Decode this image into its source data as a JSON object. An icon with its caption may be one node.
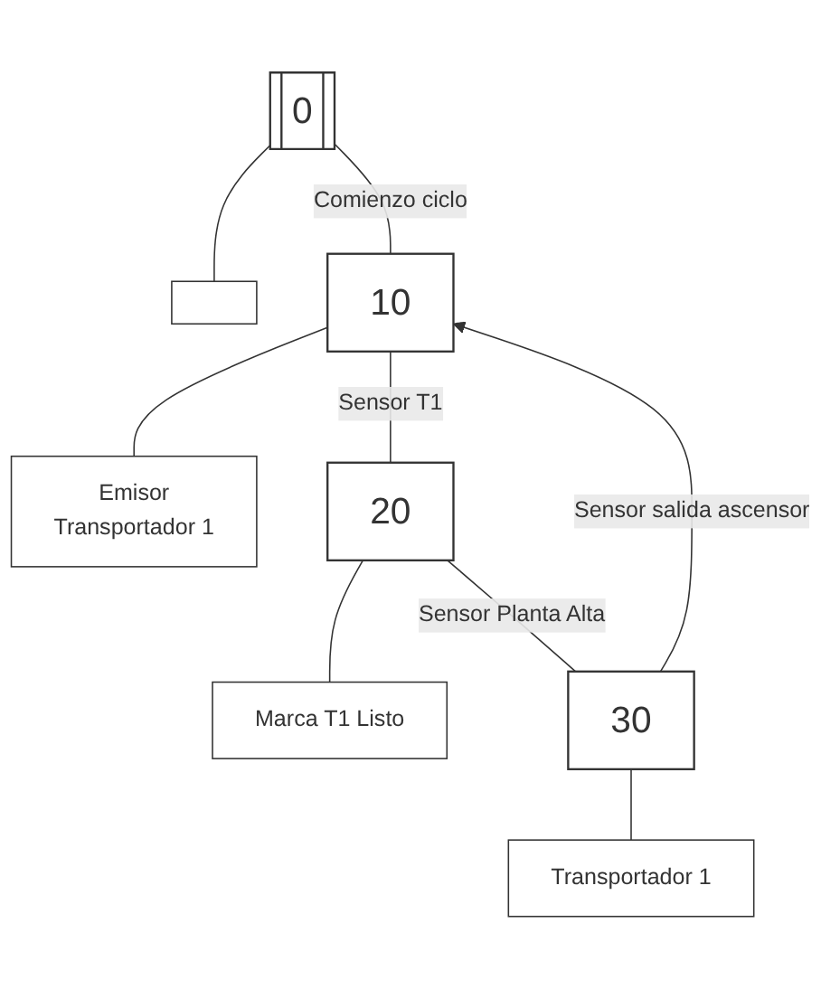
{
  "diagram": {
    "nodes": [
      {
        "text": [
          "0"
        ]
      },
      {
        "text": [],
        "shape": "box"
      },
      {
        "text": [
          "10"
        ]
      },
      {
        "text": [
          "Emisor",
          "Transportador 1"
        ]
      },
      {
        "text": [
          "20"
        ]
      },
      {
        "text": [
          "Marca T1 Listo"
        ]
      },
      {
        "text": [
          "30"
        ]
      },
      {
        "text": [
          "Transportador 1"
        ]
      }
    ],
    "edges": [
      {
        "from": 0,
        "to": 1,
        "arrow": "none"
      },
      {
        "from": 0,
        "to": 2,
        "arrow": "none",
        "label": "Comienzo ciclo"
      },
      {
        "from": 2,
        "to": 3,
        "arrow": "none"
      },
      {
        "from": 2,
        "to": 4,
        "arrow": "none",
        "label": "Sensor T1"
      },
      {
        "from": 4,
        "to": 5,
        "arrow": "none"
      },
      {
        "from": 4,
        "to": 6,
        "arrow": "none",
        "label": "Sensor Planta Alta"
      },
      {
        "from": 6,
        "to": 7,
        "arrow": "none"
      },
      {
        "from": 6,
        "to": 2,
        "arrow": "to",
        "label": "Sensor salida ascensor"
      }
    ]
  }
}
